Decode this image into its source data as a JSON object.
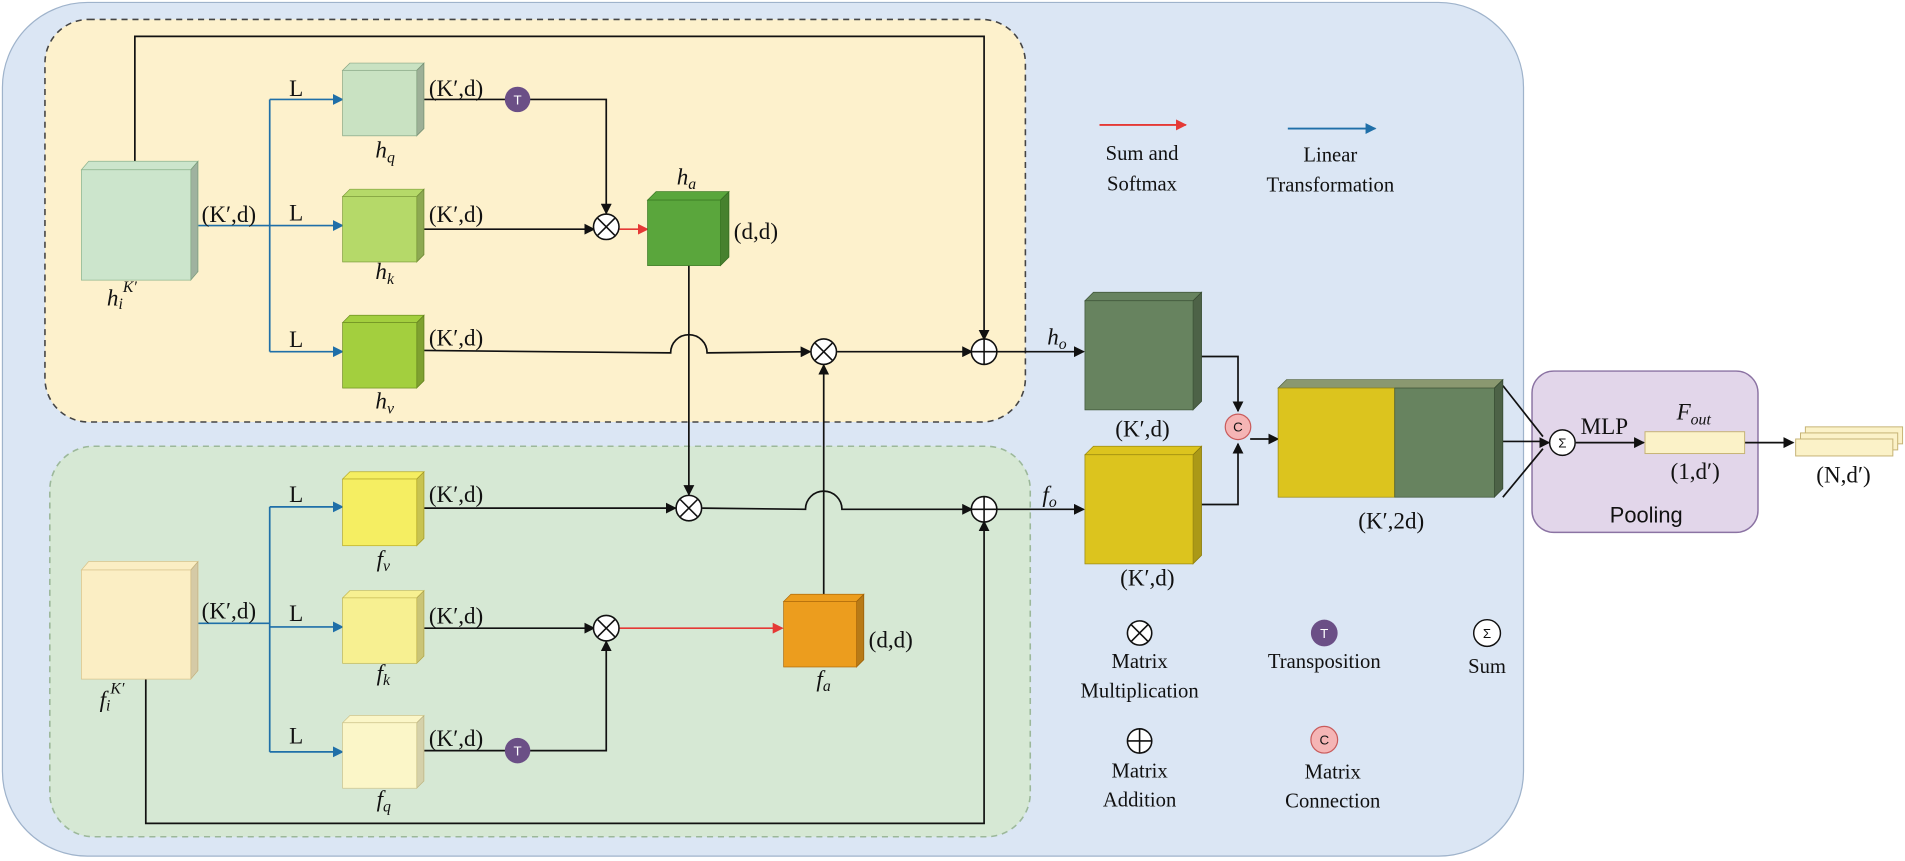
{
  "colors": {
    "outer_bg": "#dbe6f4",
    "top_bg": "#fdf1cc",
    "bottom_bg": "#d6e8d4",
    "pool_bg": "#e2d6ea",
    "arrow_black": "#111111",
    "arrow_red": "#e53935",
    "arrow_blue": "#1f6fa8",
    "transpose_node": "#6b4f86",
    "concat_node": "#f5b5b5",
    "box_h_q": "#c9e2c2",
    "box_h_k": "#b5d969",
    "box_h_v": "#a3cf3e",
    "box_h_a": "#5aa63c",
    "box_f_v": "#f5ee62",
    "box_f_k": "#f7f091",
    "box_f_q": "#fbf6c8",
    "box_f_a": "#ec9d1e",
    "box_hi": "#cce5cc",
    "box_fi": "#fbeec4",
    "box_ho": "#67835f",
    "box_fo": "#dcc41e",
    "box_out": "#fbf2c8"
  },
  "labels": {
    "L": "L",
    "sum_softmax_1": "Sum and",
    "sum_softmax_2": "Softmax",
    "linear_1": "Linear",
    "linear_2": "Transformation",
    "mm_1": "Matrix",
    "mm_2": "Multiplication",
    "transpose": "Transposition",
    "sum": "Sum",
    "ma_1": "Matrix",
    "ma_2": "Addition",
    "mc_1": "Matrix",
    "mc_2": "Connection",
    "mlp": "MLP",
    "pooling": "Pooling",
    "t": "T",
    "c": "C",
    "sigma": "Σ"
  },
  "shapes": {
    "kd": "(K′,d)",
    "dd": "(d,d)",
    "k2d": "(K′,2d)",
    "one_d": "(1,d′)",
    "nd": "(N,d′)"
  },
  "vars": {
    "h": "h",
    "f": "f",
    "q": "q",
    "k": "k",
    "v": "v",
    "a": "a",
    "o": "o",
    "i": "i",
    "kprime": "K′",
    "F": "F",
    "out": "out"
  }
}
